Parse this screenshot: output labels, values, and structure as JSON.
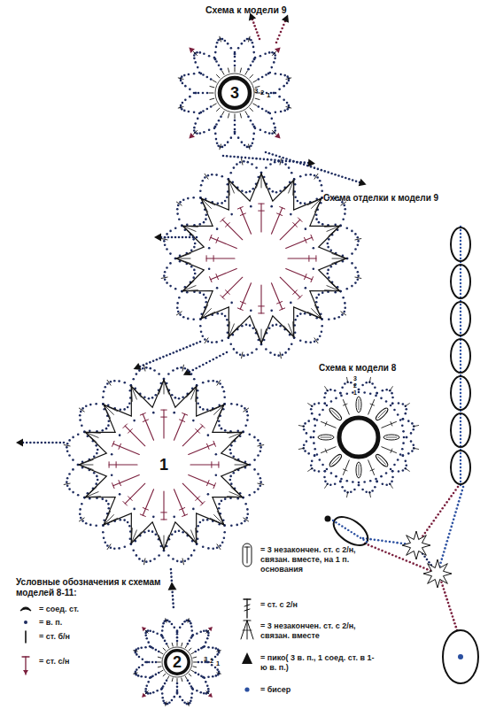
{
  "diagram": {
    "nodes": [
      {
        "text": [
          "3"
        ]
      },
      {
        "text": [
          "1"
        ]
      },
      {
        "text": [
          "2"
        ]
      }
    ],
    "edges": [
      {
        "from": 1,
        "to": 2,
        "arrow": "none"
      }
    ],
    "labels": [
      "Схема к модели 9",
      "Схема отделки к модели 9",
      "Схема к модели 8",
      "3",
      "2",
      "1",
      "3",
      "2",
      "1",
      "3",
      "2",
      "1",
      "Условные обозначения к схемам моделей 8-11:"
    ],
    "legend": [
      {
        "text": "= соед. ст."
      },
      {
        "text": "= в. п."
      },
      {
        "text": "= ст. б/н"
      },
      {
        "text": "= ст. с/н"
      },
      {
        "text": "= 3 незакончен. ст. с 2/н, связан. вместе, на 1 п. основания"
      },
      {
        "text": "= ст. с 2/н"
      },
      {
        "text": "= 3 незакончен. ст. с 2/н, связан. вместе"
      },
      {
        "text": "= пико( 3 в. п., 1 соед. ст. в 1-ю в. п.)"
      },
      {
        "text": "= бисер"
      }
    ]
  }
}
